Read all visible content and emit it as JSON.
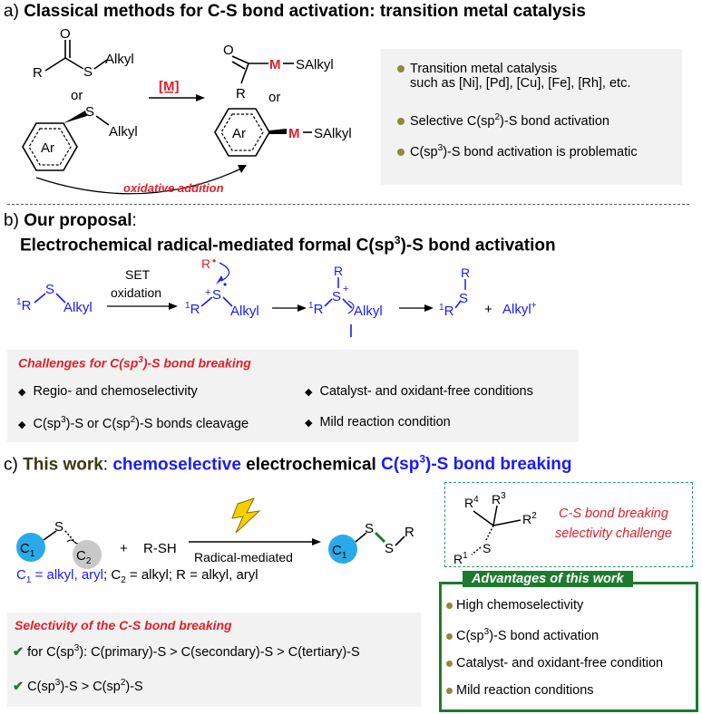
{
  "section_a": {
    "label": "a)",
    "title": "Classical methods for C-S bond activation: transition metal catalysis",
    "r": "R",
    "s": "S",
    "o": "O",
    "alkyl": "Alkyl",
    "or1": "or",
    "or2": "or",
    "ar": "Ar",
    "metal": "[M]",
    "m": "M",
    "salkyl": "SAlkyl",
    "oxidative_addition": "oxidative addition",
    "bullets": [
      {
        "line1": "Transition metal catalysis",
        "line2": "such as [Ni], [Pd], [Cu], [Fe], [Rh], etc."
      },
      {
        "pre": "Selective C(sp",
        "sup": "2",
        "post": ")-S bond activation"
      },
      {
        "pre": "C(sp",
        "sup": "3",
        "post": ")-S bond activation is problematic"
      }
    ],
    "bullet_color": "#8b8b3a"
  },
  "section_b": {
    "label": "b)",
    "title_bold": "Our proposal",
    "title_colon": ":",
    "subtitle_pre": "Electrochemical radical-mediated formal C(sp",
    "subtitle_sup": "3",
    "subtitle_post": ")-S bond activation",
    "set": "SET",
    "oxidation": "oxidation",
    "r1_sup": "1",
    "r": "R",
    "s": "S",
    "alkyl": "Alkyl",
    "plus": "+",
    "alkyl_plus": "Alkyl",
    "plus_sup": "+",
    "dot": "•",
    "radical_r": "R",
    "challenges_title_pre": "Challenges for C(sp",
    "challenges_title_sup": "3",
    "challenges_title_post": ")-S bond breaking",
    "challenges": [
      {
        "text": "Regio- and chemoselectivity"
      },
      {
        "text": "Catalyst- and oxidant-free conditions"
      },
      {
        "pre": "C(sp",
        "sup1": "3",
        "mid": ")-S or C(sp",
        "sup2": "2",
        "post": ")-S bonds cleavage"
      },
      {
        "text": "Mild reaction condition"
      }
    ]
  },
  "section_c": {
    "label": "c)",
    "this_work": "This work",
    "colon": ":",
    "chemoselective": "chemoselective",
    "electrochemical": "electrochemical",
    "bond_pre": "C(sp",
    "bond_sup": "3",
    "bond_post": ")-S bond breaking",
    "c": "C",
    "c1_sub": "1",
    "c2_sub": "2",
    "s": "S",
    "plus": "+",
    "rsh": "R-SH",
    "radical_mediated": "Radical-mediated",
    "r": "R",
    "def_c1_pre": "C",
    "def_c1_sub": "1",
    "def_c1_post": " = alkyl, aryl",
    "def_rest_pre": "; C",
    "def_rest_sub": "2",
    "def_rest_post": " = alkyl; R = alkyl, aryl",
    "selectivity_title": "Selectivity of the C-S bond breaking",
    "selectivity": [
      {
        "pre": "for C(sp",
        "sup": "3",
        "post": "): C(primary)-S > C(secondary)-S > C(tertiary)-S"
      },
      {
        "pre": "C(sp",
        "sup": "3",
        "mid": ")-S > C(sp",
        "sup2": "2",
        "post": ")-S"
      }
    ],
    "challenge_box": {
      "r4": "R",
      "r4_sup": "4",
      "r3": "R",
      "r3_sup": "3",
      "r2": "R",
      "r2_sup": "2",
      "r1": "R",
      "r1_sup": "1",
      "s": "S",
      "line1": "C-S bond breaking",
      "line2": "selectivity challenge"
    },
    "advantages_title": "Advantages of this work",
    "advantages": [
      {
        "text": "High chemoselectivity"
      },
      {
        "pre": "C(sp",
        "sup": "3",
        "post": ")-S bond activation"
      },
      {
        "text": "Catalyst- and oxidant-free condition"
      },
      {
        "text": "Mild reaction conditions"
      }
    ],
    "green": "#1e7a2e",
    "check_color": "#1e7a2e",
    "c1_fill": "#2aa9e8",
    "c2_fill": "#c8c8c8"
  }
}
